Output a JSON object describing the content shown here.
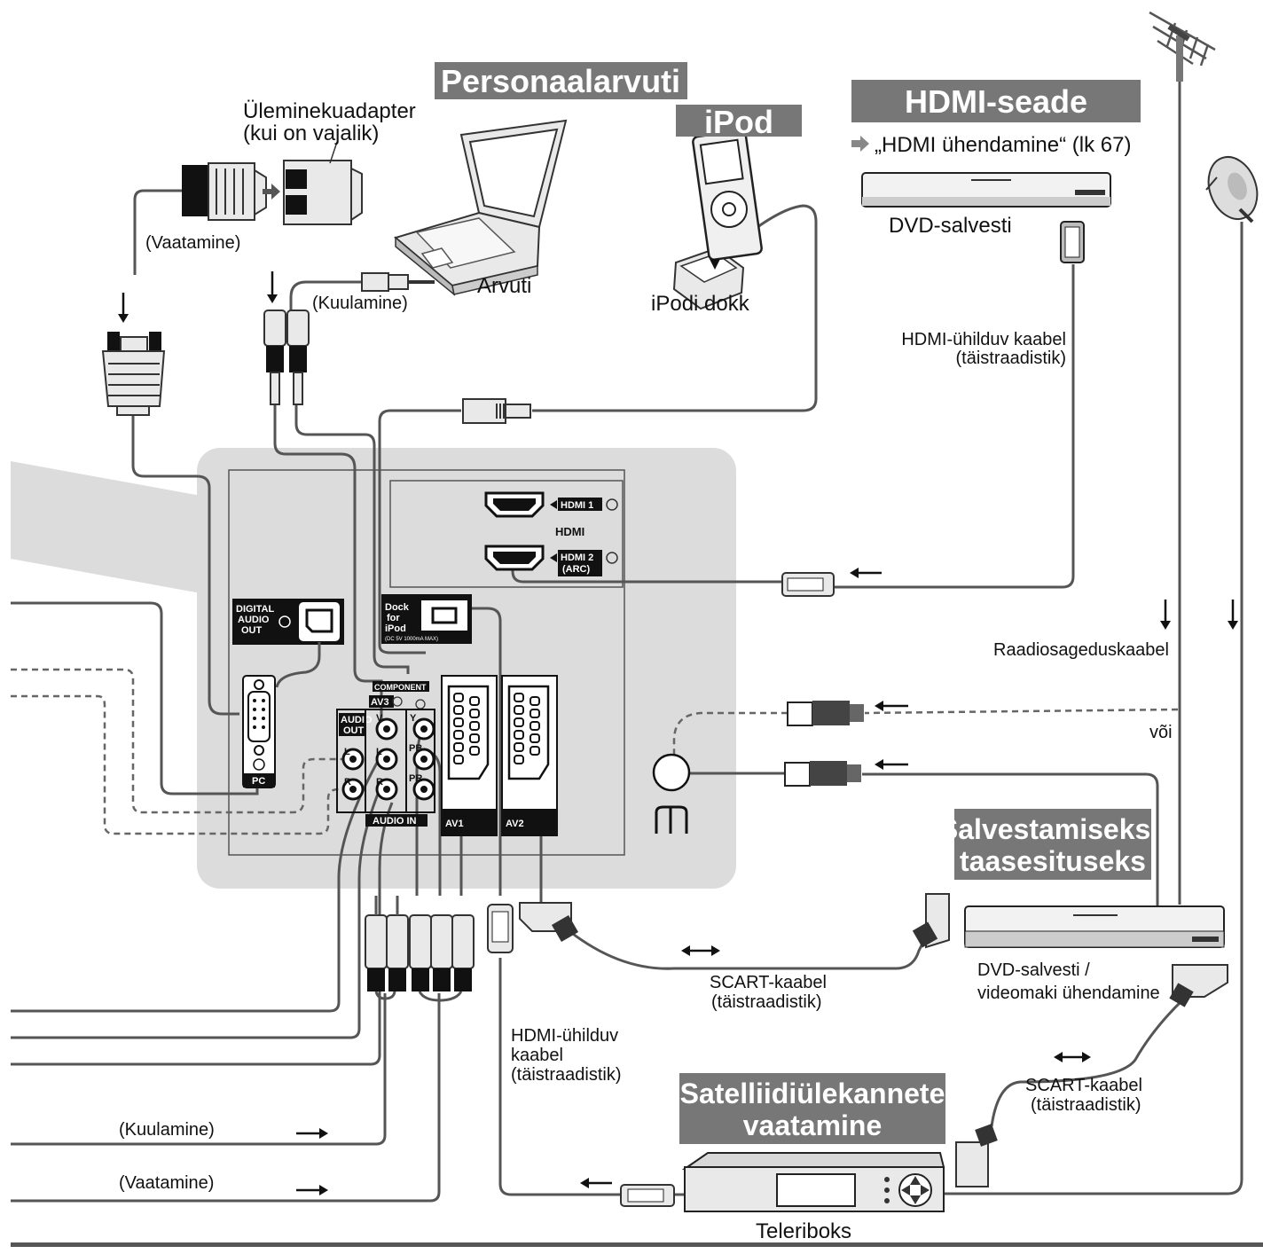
{
  "headers": {
    "personal_computer": "Personaalarvuti",
    "ipod": "iPod",
    "hdmi_device": "HDMI-seade",
    "recording": [
      "Salvestamiseks /",
      "taasesituseks"
    ],
    "satellite": [
      "Satelliidiülekannete",
      "vaatamine"
    ]
  },
  "labels": {
    "adapter": [
      "Üleminekuadapter",
      "(kui on vajalik)"
    ],
    "viewing_top": "(Vaatamine)",
    "listening_top": "(Kuulamine)",
    "computer": "Arvuti",
    "ipod_dock": "iPodi dokk",
    "hdmi_ref": "„HDMI ühendamine“ (lk 67)",
    "dvd_recorder": "DVD-salvesti",
    "hdmi_cable_top": [
      "HDMI-ühilduv kaabel",
      "(täistraadistik)"
    ],
    "rf_cable": "Raadiosageduskaabel",
    "or": "või",
    "scart_cable_mid": [
      "SCART-kaabel",
      "(täistraadistik)"
    ],
    "dvd_vcr": [
      "DVD-salvesti /",
      "videomaki ühendamine"
    ],
    "hdmi_cable_bottom": [
      "HDMI-ühilduv",
      "kaabel",
      "(täistraadistik)"
    ],
    "scart_cable_right": [
      "SCART-kaabel",
      "(täistraadistik)"
    ],
    "listening_bottom": "(Kuulamine)",
    "viewing_bottom": "(Vaatamine)",
    "set_top_box": "Teleriboks"
  },
  "ports": {
    "hdmi1": "HDMI 1",
    "hdmi_logo": "HDMI",
    "hdmi2": [
      "HDMI 2",
      "(ARC)"
    ],
    "digital_audio_out": [
      "DIGITAL",
      "AUDIO",
      "OUT"
    ],
    "dock_for_ipod": [
      "Dock",
      "for",
      "iPod"
    ],
    "dock_rating": "(DC 5V 1000mA MAX)",
    "component": "COMPONENT",
    "av3": "AV3",
    "audio_out": [
      "AUDIO",
      "OUT"
    ],
    "audio_in": "AUDIO IN",
    "pc": "PC",
    "av1": "AV1",
    "av2": "AV2",
    "l": "L",
    "r": "R",
    "v": "V",
    "y": "Y",
    "pb": "PB",
    "pr": "PR"
  }
}
